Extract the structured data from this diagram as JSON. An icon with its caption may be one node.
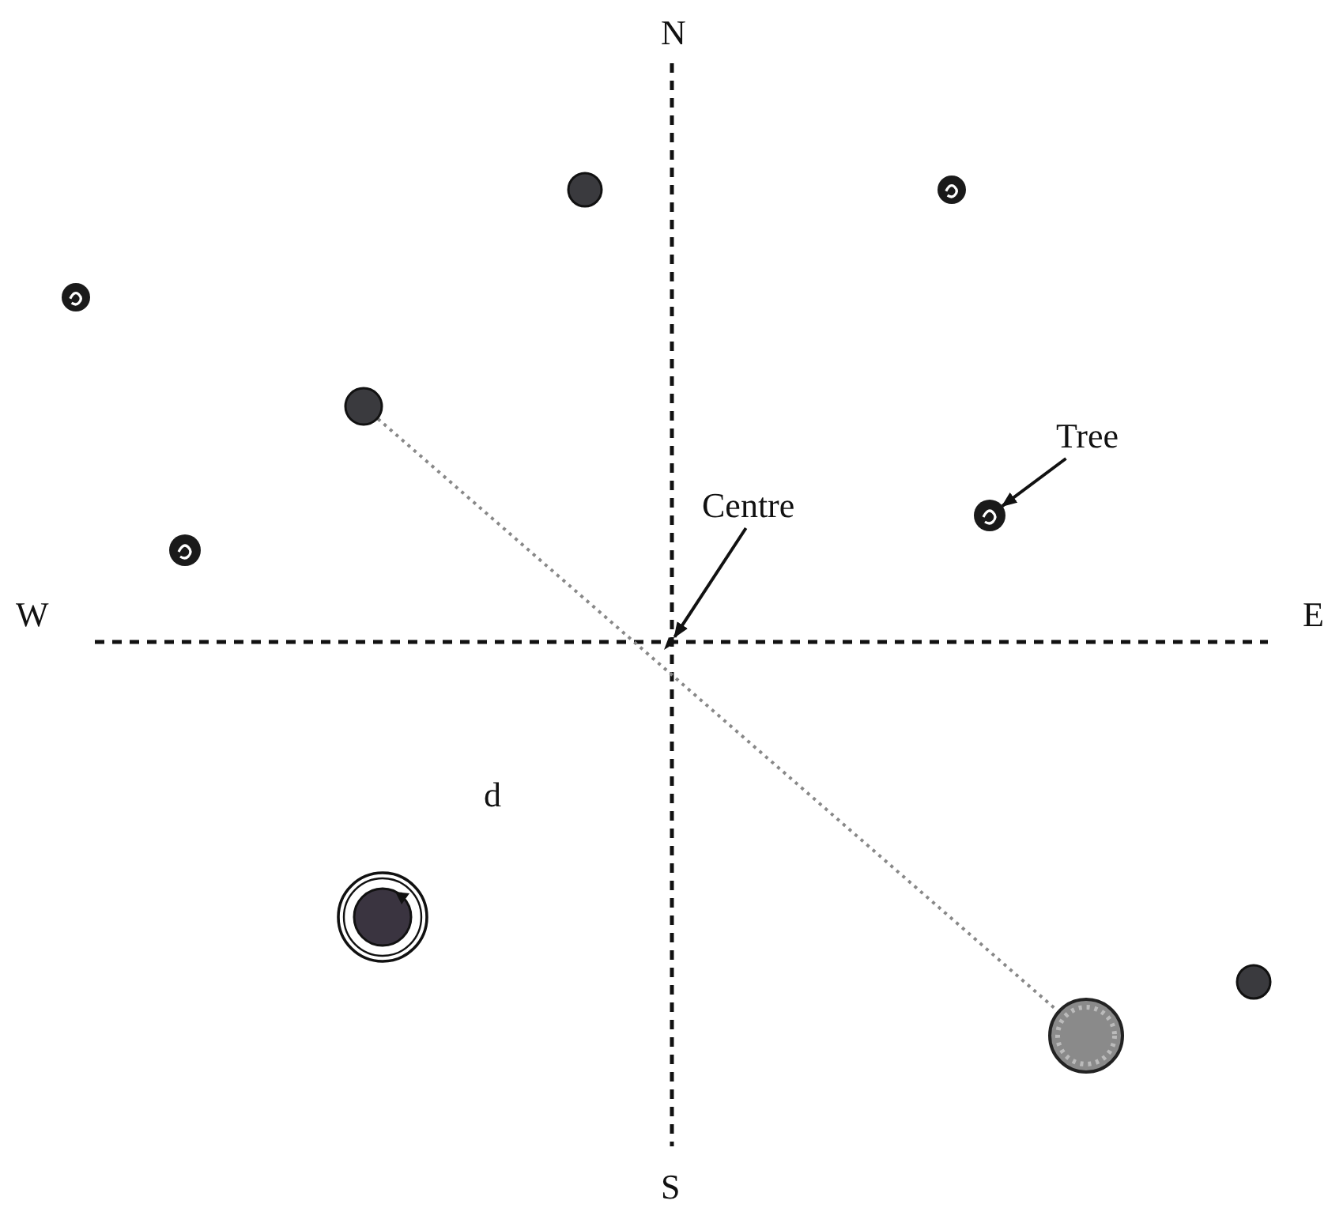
{
  "diagram": {
    "nodes": [
      {
        "text": [],
        "shape": "circle"
      },
      {
        "text": [],
        "shape": "circle"
      },
      {
        "text": [],
        "shape": "circle"
      },
      {
        "text": [],
        "shape": "circle"
      },
      {
        "text": [
          "Tree"
        ]
      },
      {
        "text": [],
        "shape": "circle"
      },
      {
        "text": [
          "Centre"
        ]
      },
      {
        "text": [],
        "shape": "circle"
      },
      {
        "text": [],
        "shape": "triangle"
      },
      {
        "text": [],
        "shape": "circle"
      },
      {
        "text": [],
        "shape": "circle"
      },
      {
        "text": [],
        "shape": "circle"
      }
    ],
    "edges": [
      {
        "from": 4,
        "to": 5,
        "arrow": "to"
      },
      {
        "from": 6,
        "to": 8,
        "arrow": "to"
      },
      {
        "from": 3,
        "to": 11,
        "arrow": "none",
        "style": "dashed",
        "color": "#888888"
      }
    ],
    "labels": [
      "N",
      "W",
      "E",
      "d",
      "S"
    ]
  }
}
